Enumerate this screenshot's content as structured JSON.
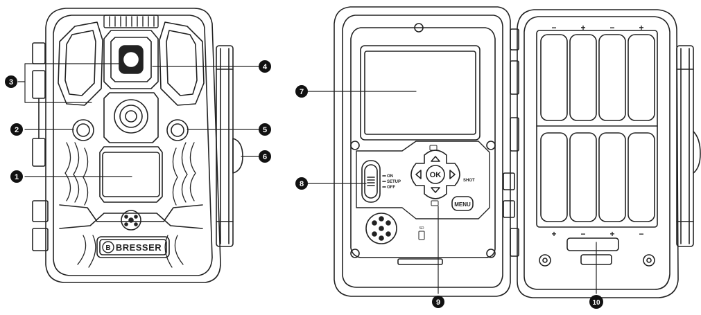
{
  "brand": "BRESSER",
  "brand_initial": "B",
  "callouts": [
    "1",
    "2",
    "3",
    "4",
    "5",
    "6",
    "7",
    "8",
    "9",
    "10"
  ],
  "switch_labels": {
    "on": "ON",
    "setup": "SETUP",
    "off": "OFF"
  },
  "keypad": {
    "ok": "OK",
    "menu": "MENU",
    "shot": "SHOT"
  },
  "slot_label": "SD",
  "battery_signs": {
    "top": [
      "−",
      "+",
      "−",
      "+"
    ],
    "bottom": [
      "+",
      "−",
      "+",
      "−"
    ]
  },
  "colors": {
    "line": "#222222",
    "callout_fill": "#111111",
    "callout_text": "#ffffff",
    "background": "#ffffff"
  },
  "icons": [
    "ir-sensor-icon",
    "camera-lens-icon",
    "infrared-led-icon",
    "microphone-icon",
    "lock-tab-icon",
    "lcd-screen-icon",
    "mode-switch-icon",
    "keypad-icon",
    "battery-compartment-icon"
  ]
}
